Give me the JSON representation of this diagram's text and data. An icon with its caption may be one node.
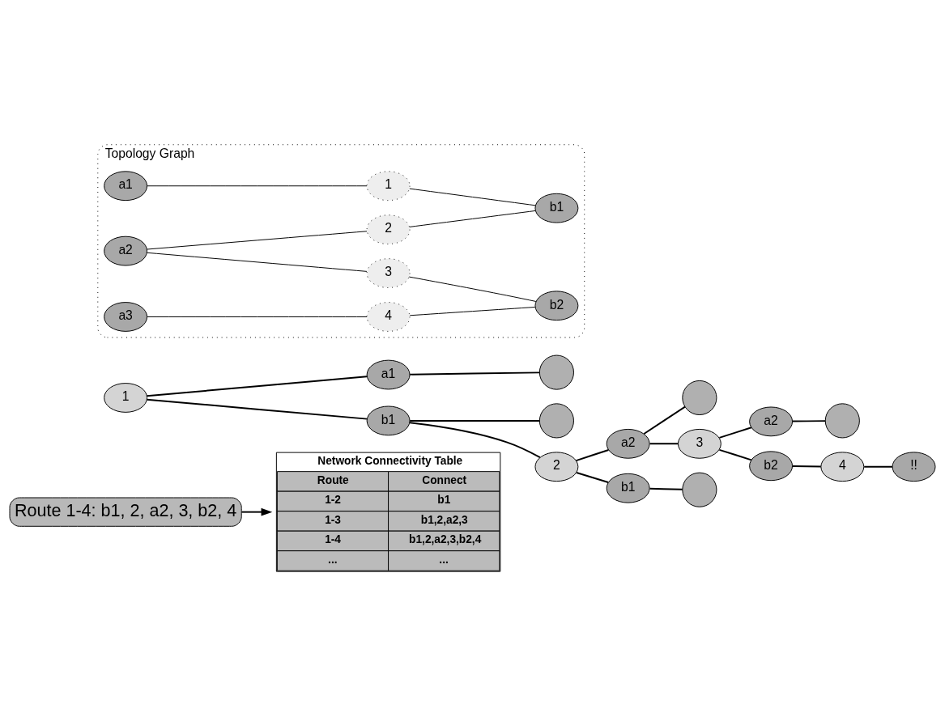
{
  "diagram": {
    "nodes": [
      {
        "text": [
          "Route 1-4: b1, 2, a2, 3, b2, 4"
        ]
      },
      {
        "text": [
          "Network Connectivity Table",
          "Route",
          "Connect",
          "1-2",
          "b1",
          "1-3",
          "b1,2,a2,3",
          "1-4",
          "b1,2,a2,3,b2,4",
          "...",
          "..."
        ]
      },
      {
        "text": [],
        "shape": "circle"
      },
      {
        "text": [
          "a1"
        ]
      },
      {
        "text": [
          "1"
        ]
      },
      {
        "text": [],
        "shape": "circle"
      },
      {
        "text": [
          "b1"
        ]
      },
      {
        "text": [],
        "shape": "circle"
      },
      {
        "text": [
          "a2"
        ]
      },
      {
        "text": [],
        "shape": "circle"
      },
      {
        "text": [
          "a2"
        ]
      },
      {
        "text": [
          "2"
        ]
      },
      {
        "text": [
          "3"
        ]
      },
      {
        "text": [
          "4"
        ]
      },
      {
        "text": [
          "!!"
        ]
      },
      {
        "text": [
          "b1"
        ]
      },
      {
        "text": [
          "b2"
        ]
      },
      {
        "text": [],
        "shape": "circle"
      },
      {
        "text": [
          "Topology Graph"
        ]
      },
      {
        "text": [
          "a1"
        ],
        "in": 18
      },
      {
        "text": [
          "a2"
        ],
        "in": 18
      },
      {
        "text": [
          "a3"
        ],
        "in": 18
      },
      {
        "text": [
          "1"
        ],
        "in": 18
      },
      {
        "text": [
          "2"
        ],
        "in": 18
      },
      {
        "text": [
          "3"
        ],
        "in": 18
      },
      {
        "text": [
          "4"
        ],
        "in": 18
      },
      {
        "text": [
          "b1"
        ],
        "in": 18
      },
      {
        "text": [
          "b2"
        ],
        "in": 18
      }
    ],
    "edges": [
      {
        "from": 0,
        "to": 1,
        "arrow": "to"
      },
      {
        "from": 4,
        "to": 3,
        "arrow": "none"
      },
      {
        "from": 3,
        "to": 2,
        "arrow": "none"
      },
      {
        "from": 4,
        "to": 6,
        "arrow": "none"
      },
      {
        "from": 6,
        "to": 5,
        "arrow": "none"
      },
      {
        "from": 6,
        "to": 11,
        "arrow": "none"
      },
      {
        "from": 11,
        "to": 8,
        "arrow": "none"
      },
      {
        "from": 8,
        "to": 7,
        "arrow": "none"
      },
      {
        "from": 11,
        "to": 15,
        "arrow": "none"
      },
      {
        "from": 15,
        "to": 17,
        "arrow": "none"
      },
      {
        "from": 8,
        "to": 12,
        "arrow": "none"
      },
      {
        "from": 12,
        "to": 10,
        "arrow": "none"
      },
      {
        "from": 10,
        "to": 9,
        "arrow": "none"
      },
      {
        "from": 12,
        "to": 16,
        "arrow": "none"
      },
      {
        "from": 16,
        "to": 13,
        "arrow": "none"
      },
      {
        "from": 13,
        "to": 14,
        "arrow": "none"
      },
      {
        "from": 19,
        "to": 22,
        "arrow": "none"
      },
      {
        "from": 22,
        "to": 26,
        "arrow": "none"
      },
      {
        "from": 20,
        "to": 23,
        "arrow": "none"
      },
      {
        "from": 23,
        "to": 26,
        "arrow": "none"
      },
      {
        "from": 20,
        "to": 24,
        "arrow": "none"
      },
      {
        "from": 24,
        "to": 27,
        "arrow": "none"
      },
      {
        "from": 21,
        "to": 25,
        "arrow": "none"
      },
      {
        "from": 25,
        "to": 27,
        "arrow": "none"
      }
    ]
  }
}
